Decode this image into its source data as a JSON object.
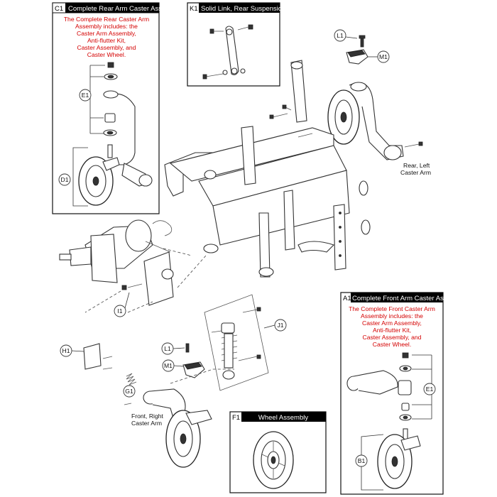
{
  "panels": {
    "c1": {
      "id": "C1",
      "title": "Complete Rear Arm Caster Assy",
      "description": [
        "The Complete Rear Caster Arm",
        "Assembly includes: the",
        "Caster Arm Assembly,",
        "Anti-flutter Kit,",
        "Caster Assembly, and",
        "Caster Wheel."
      ]
    },
    "k1": {
      "id": "K1",
      "title": "Solid Link, Rear Suspension"
    },
    "a1": {
      "id": "A1",
      "title": "Complete Front Arm Caster Assy",
      "description": [
        "The Complete Front Caster Arm",
        "Assembly includes: the",
        "Caster Arm Assembly,",
        "Anti-flutter Kit,",
        "Caster Assembly, and",
        "Caster Wheel."
      ]
    },
    "f1": {
      "id": "F1",
      "title": "Wheel Assembly"
    }
  },
  "callouts": {
    "e1_rear": "E1",
    "d1": "D1",
    "l1_top": "L1",
    "m1_top": "M1",
    "i1": "I1",
    "h1": "H1",
    "g1": "G1",
    "j1": "J1",
    "l1_mid": "L1",
    "m1_mid": "M1",
    "e1_front": "E1",
    "b1": "B1"
  },
  "labels": {
    "rear_left_arm": [
      "Rear, Left",
      "Caster Arm"
    ],
    "front_right_arm": [
      "Front, Right",
      "Caster Arm"
    ]
  },
  "icons": [
    "wheel-icon",
    "caster-arm-icon",
    "motor-icon",
    "shock-absorber-icon",
    "bolt-icon",
    "washer-icon",
    "spring-icon",
    "bracket-icon"
  ]
}
